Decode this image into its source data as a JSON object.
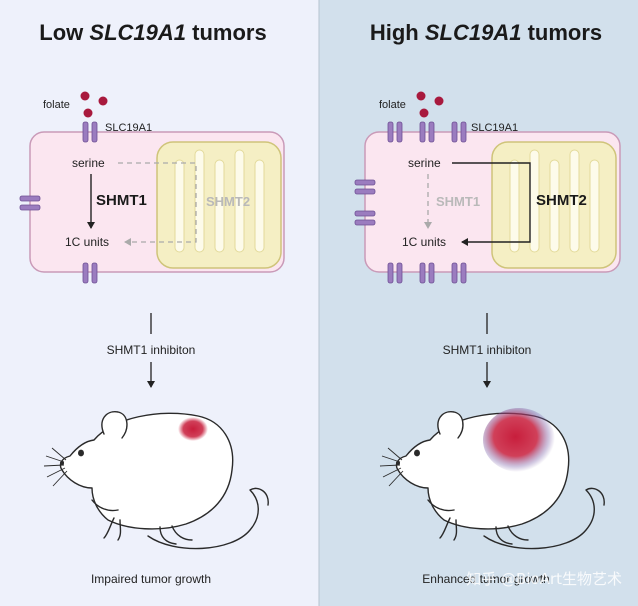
{
  "left_panel": {
    "title_pre": "Low ",
    "title_gene": "SLC19A1",
    "title_post": " tumors",
    "folate": "folate",
    "transporter": "SLC19A1",
    "serine": "serine",
    "active_enzyme": "SHMT1",
    "inactive_enzyme": "SHMT2",
    "product": "1C units",
    "treatment": "SHMT1 inhibiton",
    "outcome": "Impaired tumor growth"
  },
  "right_panel": {
    "title_pre": "High ",
    "title_gene": "SLC19A1",
    "title_post": " tumors",
    "folate": "folate",
    "transporter": "SLC19A1",
    "serine": "serine",
    "inactive_enzyme": "SHMT1",
    "active_enzyme": "SHMT2",
    "product": "1C units",
    "treatment": "SHMT1 inhibiton",
    "outcome": "Enhanced tumor growth"
  },
  "watermark": "知乎 @BioArt生物艺术",
  "colors": {
    "left_bg": "#eef1fb",
    "right_bg": "#d2e0ec",
    "cell_fill": "#fbe6f0",
    "cell_stroke": "#c99ab8",
    "mito_fill": "#f5efc4",
    "mito_stroke": "#cfc47a",
    "channel": "#9b7cbf",
    "folate_dot": "#a8193d",
    "tumor": "#c81e3c"
  }
}
